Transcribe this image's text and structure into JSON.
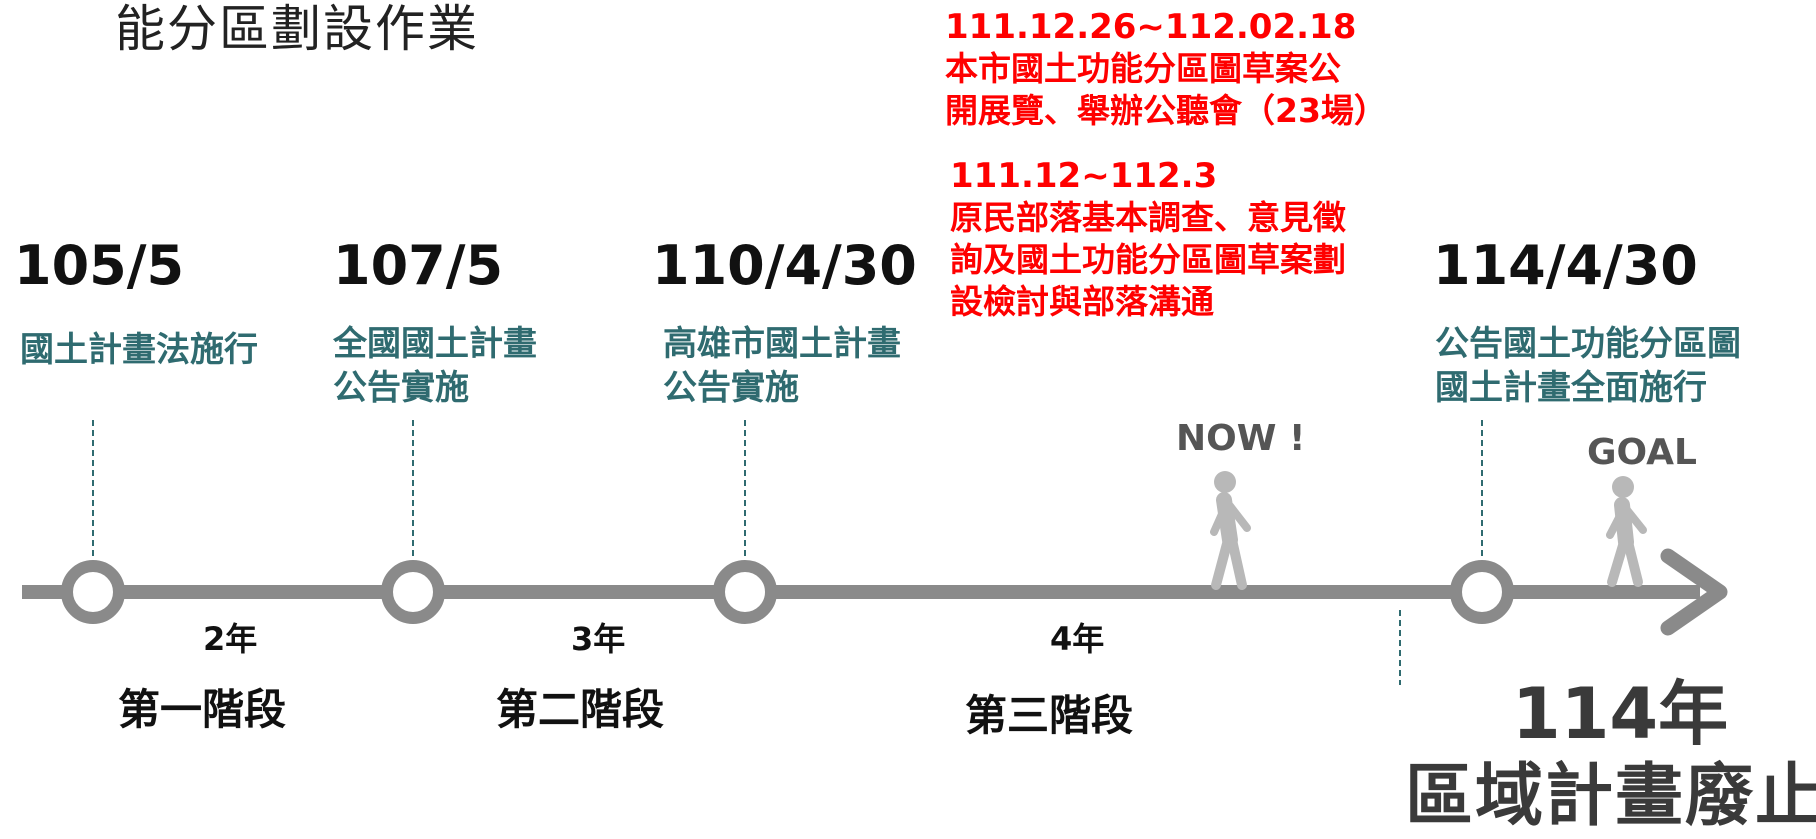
{
  "header": {
    "title": "能分區劃設作業"
  },
  "milestones": [
    {
      "date": "105/5",
      "lines": [
        "國土計畫法施行"
      ]
    },
    {
      "date": "107/5",
      "lines": [
        "全國國土計畫",
        "公告實施"
      ]
    },
    {
      "date": "110/4/30",
      "lines": [
        "高雄市國土計畫",
        "公告實施"
      ]
    },
    {
      "date": "114/4/30",
      "lines": [
        "公告國土功能分區圖",
        "國土計畫全面施行"
      ]
    }
  ],
  "notes": [
    {
      "date": "111.12.26~112.02.18",
      "lines": [
        "本市國土功能分區圖草案公",
        "開展覽、舉辦公聽會（23場）"
      ]
    },
    {
      "date": "111.12~112.3",
      "lines": [
        "原民部落基本調查、意見徵",
        "詢及國土功能分區圖草案劃",
        "設檢討與部落溝通"
      ]
    }
  ],
  "durations": [
    "2年",
    "3年",
    "4年"
  ],
  "stages": [
    "第一階段",
    "第二階段",
    "第三階段"
  ],
  "markers": {
    "now": "NOW !",
    "goal": "GOAL"
  },
  "final": {
    "year": "114年",
    "text": "區域計畫廢止"
  },
  "colors": {
    "axis": "#8a8a8a",
    "teal": "#2f6b70",
    "red": "#ff0000",
    "ring": "#8a8a8a",
    "walker": "#b5b5b5"
  }
}
